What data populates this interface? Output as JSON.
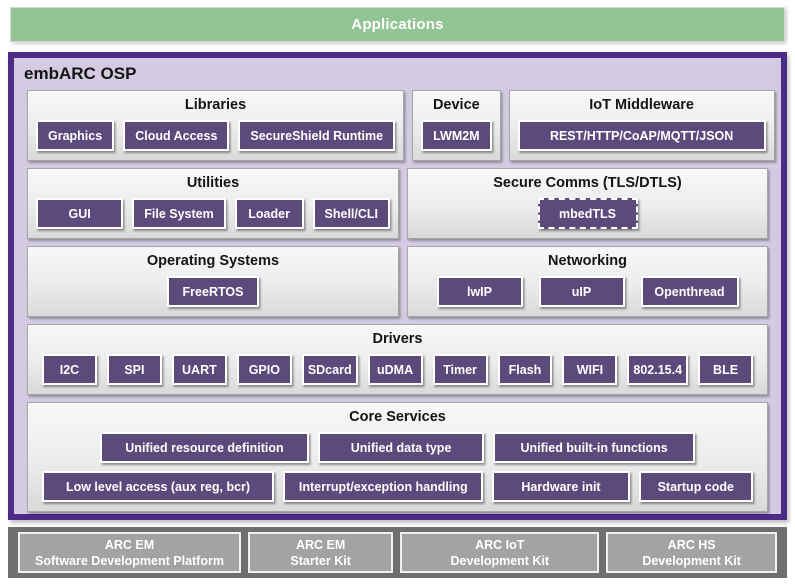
{
  "applications_bar": {
    "label": "Applications"
  },
  "platform": {
    "title": "embARC OSP",
    "sections": {
      "libraries": {
        "title": "Libraries",
        "items": [
          "Graphics",
          "Cloud Access",
          "SecureShield Runtime"
        ]
      },
      "device": {
        "title": "Device",
        "items": [
          "LWM2M"
        ]
      },
      "iot_middleware": {
        "title": "IoT Middleware",
        "items": [
          "REST/HTTP/CoAP/MQTT/JSON"
        ]
      },
      "utilities": {
        "title": "Utilities",
        "items": [
          "GUI",
          "File System",
          "Loader",
          "Shell/CLI"
        ]
      },
      "secure_comms": {
        "title": "Secure Comms (TLS/DTLS)",
        "items": [
          "mbedTLS"
        ]
      },
      "operating_systems": {
        "title": "Operating Systems",
        "items": [
          "FreeRTOS"
        ]
      },
      "networking": {
        "title": "Networking",
        "items": [
          "lwIP",
          "uIP",
          "Openthread"
        ]
      },
      "drivers": {
        "title": "Drivers",
        "items": [
          "I2C",
          "SPI",
          "UART",
          "GPIO",
          "SDcard",
          "uDMA",
          "Timer",
          "Flash",
          "WIFI",
          "802.15.4",
          "BLE"
        ]
      },
      "core_services": {
        "title": "Core Services",
        "rows": [
          [
            "Unified resource definition",
            "Unified data type",
            "Unified built-in functions"
          ],
          [
            "Low level access (aux reg, bcr)",
            "Interrupt/exception handling",
            "Hardware init",
            "Startup code"
          ]
        ]
      }
    }
  },
  "boards": [
    {
      "line1": "ARC EM",
      "line2": "Software Development Platform"
    },
    {
      "line1": "ARC EM",
      "line2": "Starter Kit"
    },
    {
      "line1": "ARC IoT",
      "line2": "Development Kit"
    },
    {
      "line1": "ARC HS",
      "line2": "Development Kit"
    }
  ],
  "colors": {
    "applications_green": "#92c494",
    "osp_border_purple": "#4e2b87",
    "osp_background_lavender": "#d2cbe1",
    "chip_purple": "#5d4a7d",
    "section_gray_top": "#f8f8f8",
    "section_gray_bottom": "#d9d9d9",
    "boards_band_gray": "#6f6f6f",
    "board_box_gray": "#a3a3a3"
  }
}
